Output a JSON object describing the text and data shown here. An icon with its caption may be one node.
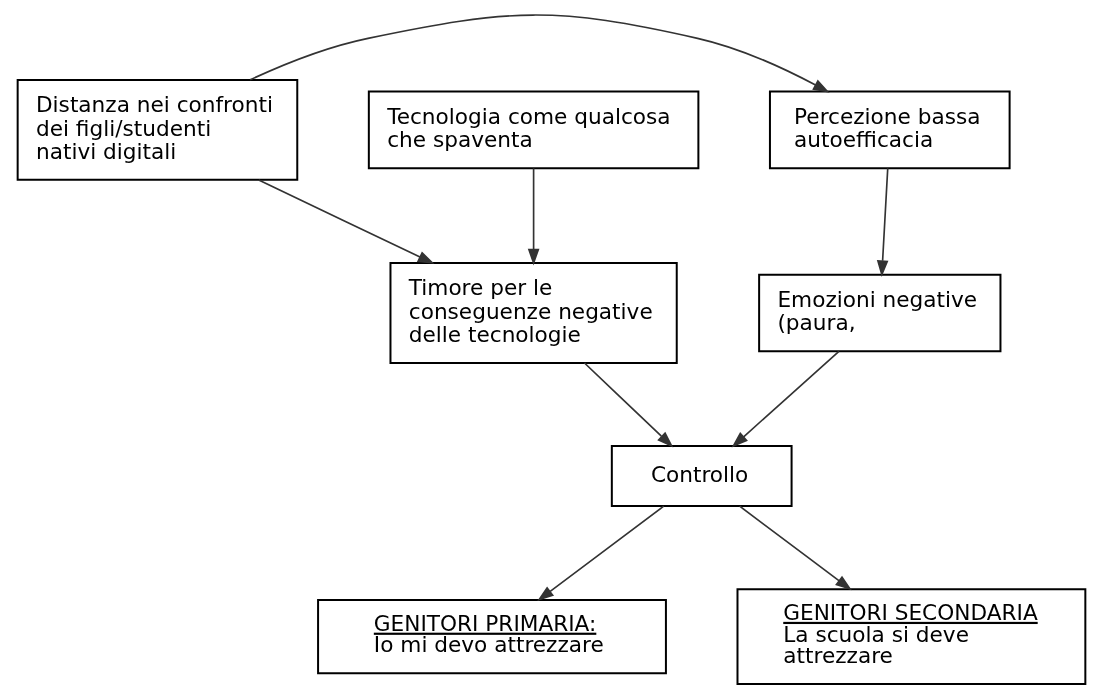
{
  "diagram": {
    "nodes": [
      {
        "text": [
          "Distanza nei confronti dei figli/studenti nativi digitali"
        ]
      },
      {
        "text": [
          "Percezione bassa autoefficacia"
        ]
      },
      {
        "text": [
          "Tecnologia come qualcosa che spaventa"
        ]
      },
      {
        "text": [
          "Timore per le conseguenze negative delle tecnologie"
        ]
      },
      {
        "text": [
          "Emozioni negative (paura,"
        ]
      },
      {
        "text": [
          "Controllo"
        ]
      },
      {
        "text": [
          "GENITORI PRIMARIA:",
          "Io mi devo attrezzare"
        ]
      },
      {
        "text": [
          "GENITORI SECONDARIA",
          "La scuola si deve attrezzare"
        ]
      }
    ],
    "edges": [
      {
        "from": 0,
        "to": 1,
        "arrow": "to"
      },
      {
        "from": 0,
        "to": 3,
        "arrow": "to"
      },
      {
        "from": 2,
        "to": 3,
        "arrow": "to"
      },
      {
        "from": 1,
        "to": 4,
        "arrow": "to"
      },
      {
        "from": 3,
        "to": 5,
        "arrow": "to"
      },
      {
        "from": 4,
        "to": 5,
        "arrow": "to"
      },
      {
        "from": 5,
        "to": 6,
        "arrow": "to"
      },
      {
        "from": 5,
        "to": 7,
        "arrow": "to"
      }
    ]
  }
}
